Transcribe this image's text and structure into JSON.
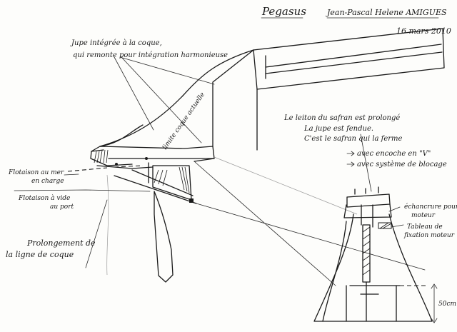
{
  "header": {
    "title": "Pegasus",
    "author": "Jean-Pascal Helene AMIGUES",
    "date": "16 mars 2010"
  },
  "annotations": {
    "jupe_line1": "Jupe intégrée à la coque,",
    "jupe_line2": "qui remonte pour intégration harmonieuse",
    "limite_coque": "limite coque actuelle",
    "safran_line1": "Le leiton du safran est prolongé",
    "safran_line2": "La jupe est fendue.",
    "safran_line3": "C'est le safran qui la ferme",
    "safran_bullet1": "avec encoche en \"V\"",
    "safran_bullet2": "avec système de blocage",
    "flottaison_charge_1": "Flotaison au mer",
    "flottaison_charge_2": "en charge",
    "flottaison_vide_1": "Flotaison à vide",
    "flottaison_vide_2": "au port",
    "prolongement_1": "Prolongement de",
    "prolongement_2": "la ligne de coque",
    "echancrure_1": "échancrure pour",
    "echancrure_2": "moteur",
    "tableau_1": "Tableau de",
    "tableau_2": "fixation moteur",
    "dimension": "50cm"
  }
}
